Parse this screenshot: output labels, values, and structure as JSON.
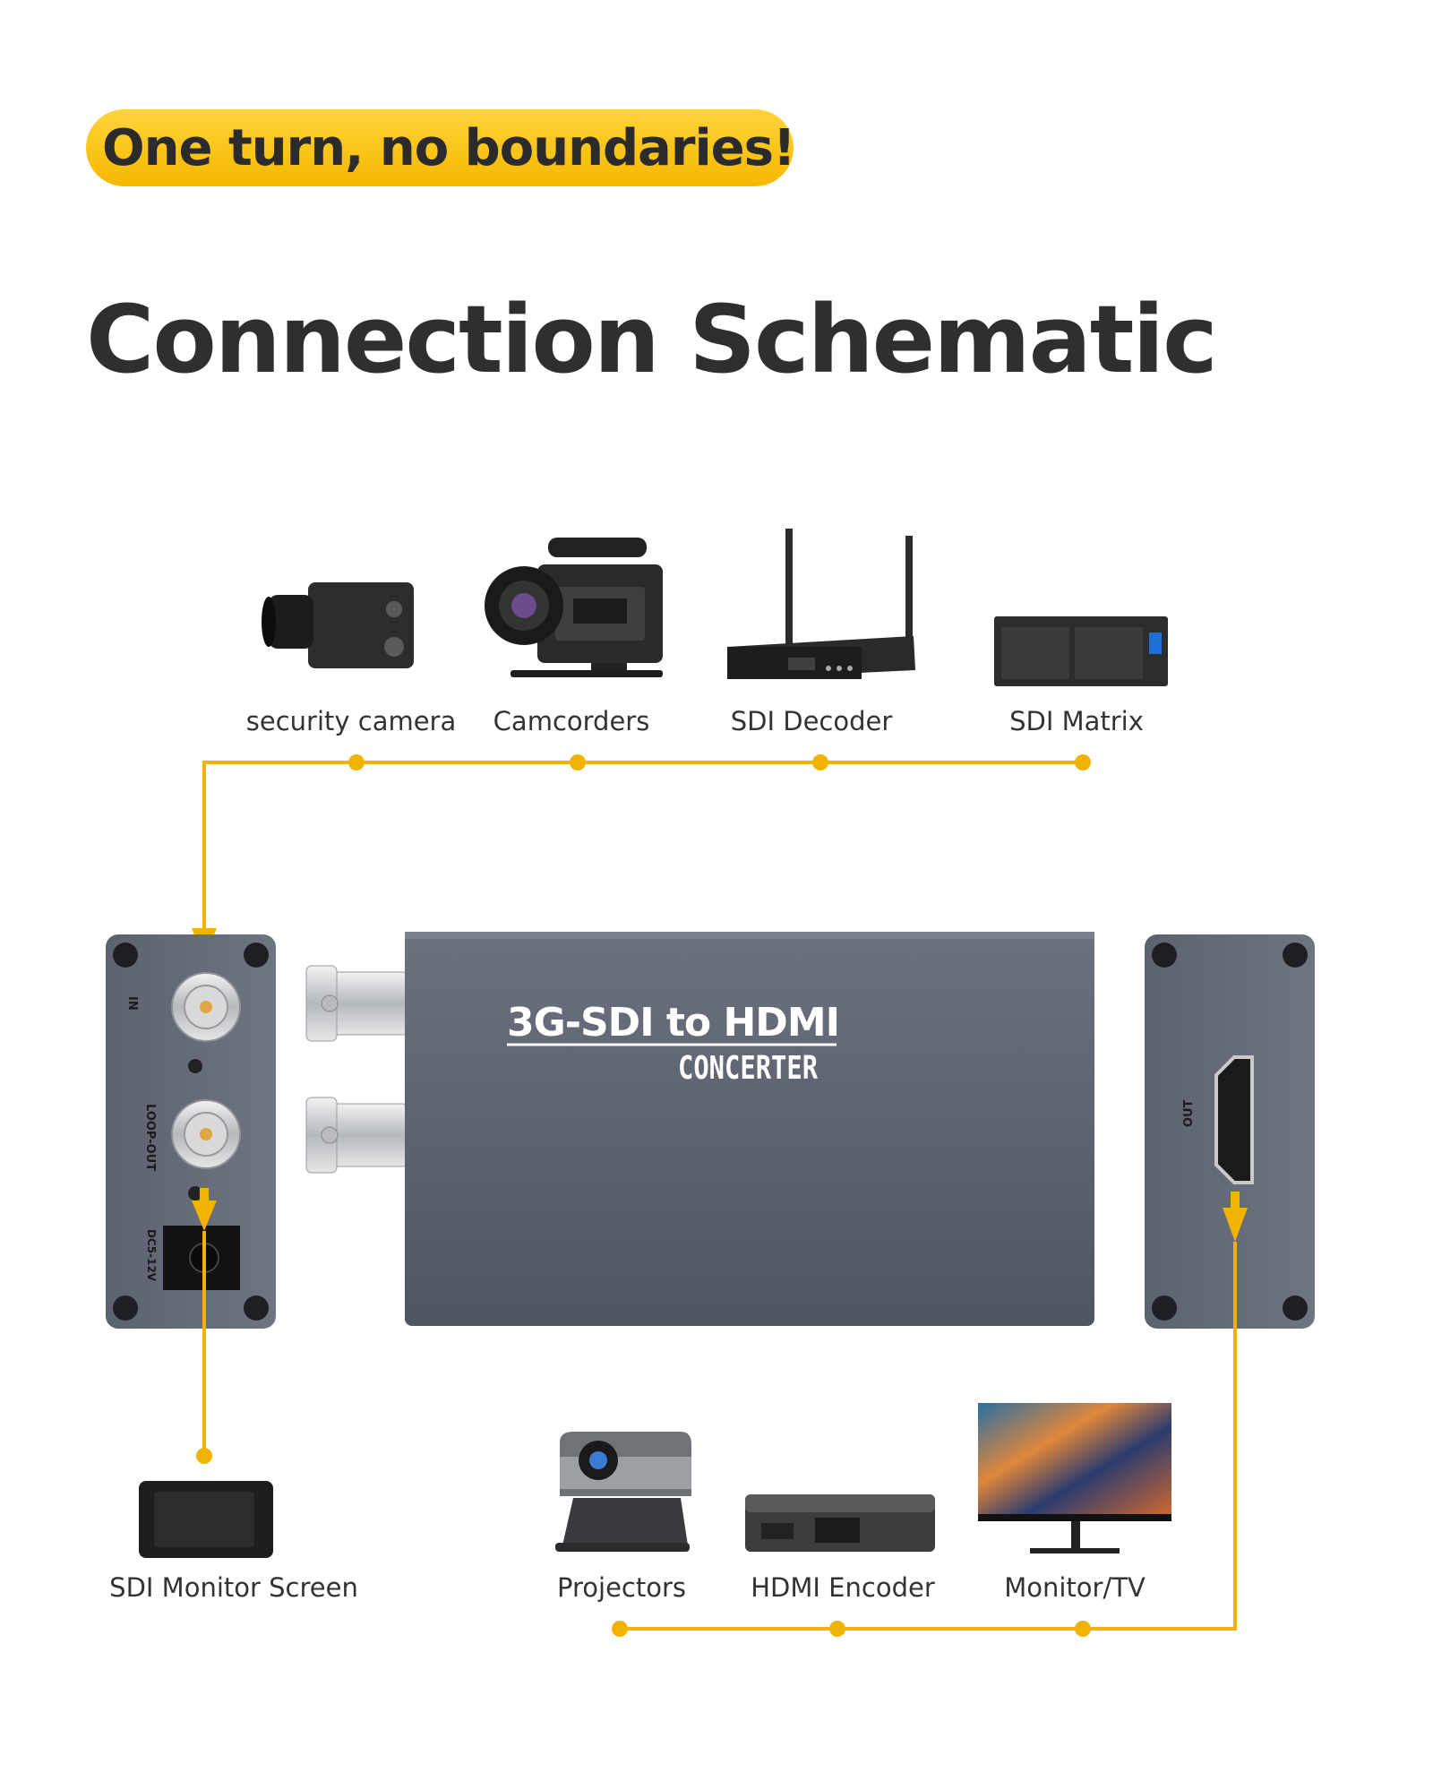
{
  "header": {
    "tagline": "One turn, no boundaries!",
    "title": "Connection Schematic"
  },
  "inputs": [
    {
      "label": "security camera",
      "icon": "security-camera-icon"
    },
    {
      "label": "Camcorders",
      "icon": "camcorder-icon"
    },
    {
      "label": "SDI Decoder",
      "icon": "sdi-decoder-icon"
    },
    {
      "label": "SDI Matrix",
      "icon": "sdi-matrix-icon"
    }
  ],
  "device": {
    "name_line1": "3G-SDI to HDMI",
    "name_line2": "CONCERTER",
    "left_panel": {
      "port_in": "IN",
      "port_loop": "LOOP-OUT",
      "port_power": "DC5-12V"
    },
    "right_panel": {
      "port_out": "OUT"
    }
  },
  "loop_output": {
    "label": "SDI Monitor Screen",
    "icon": "sdi-monitor-icon"
  },
  "outputs": [
    {
      "label": "Projectors",
      "icon": "projector-icon"
    },
    {
      "label": "HDMI Encoder",
      "icon": "hdmi-encoder-icon"
    },
    {
      "label": "Monitor/TV",
      "icon": "monitor-tv-icon"
    }
  ],
  "colors": {
    "accent": "#f5b800",
    "line": "#f2b300",
    "device": "#5a6070",
    "text": "#333333"
  }
}
